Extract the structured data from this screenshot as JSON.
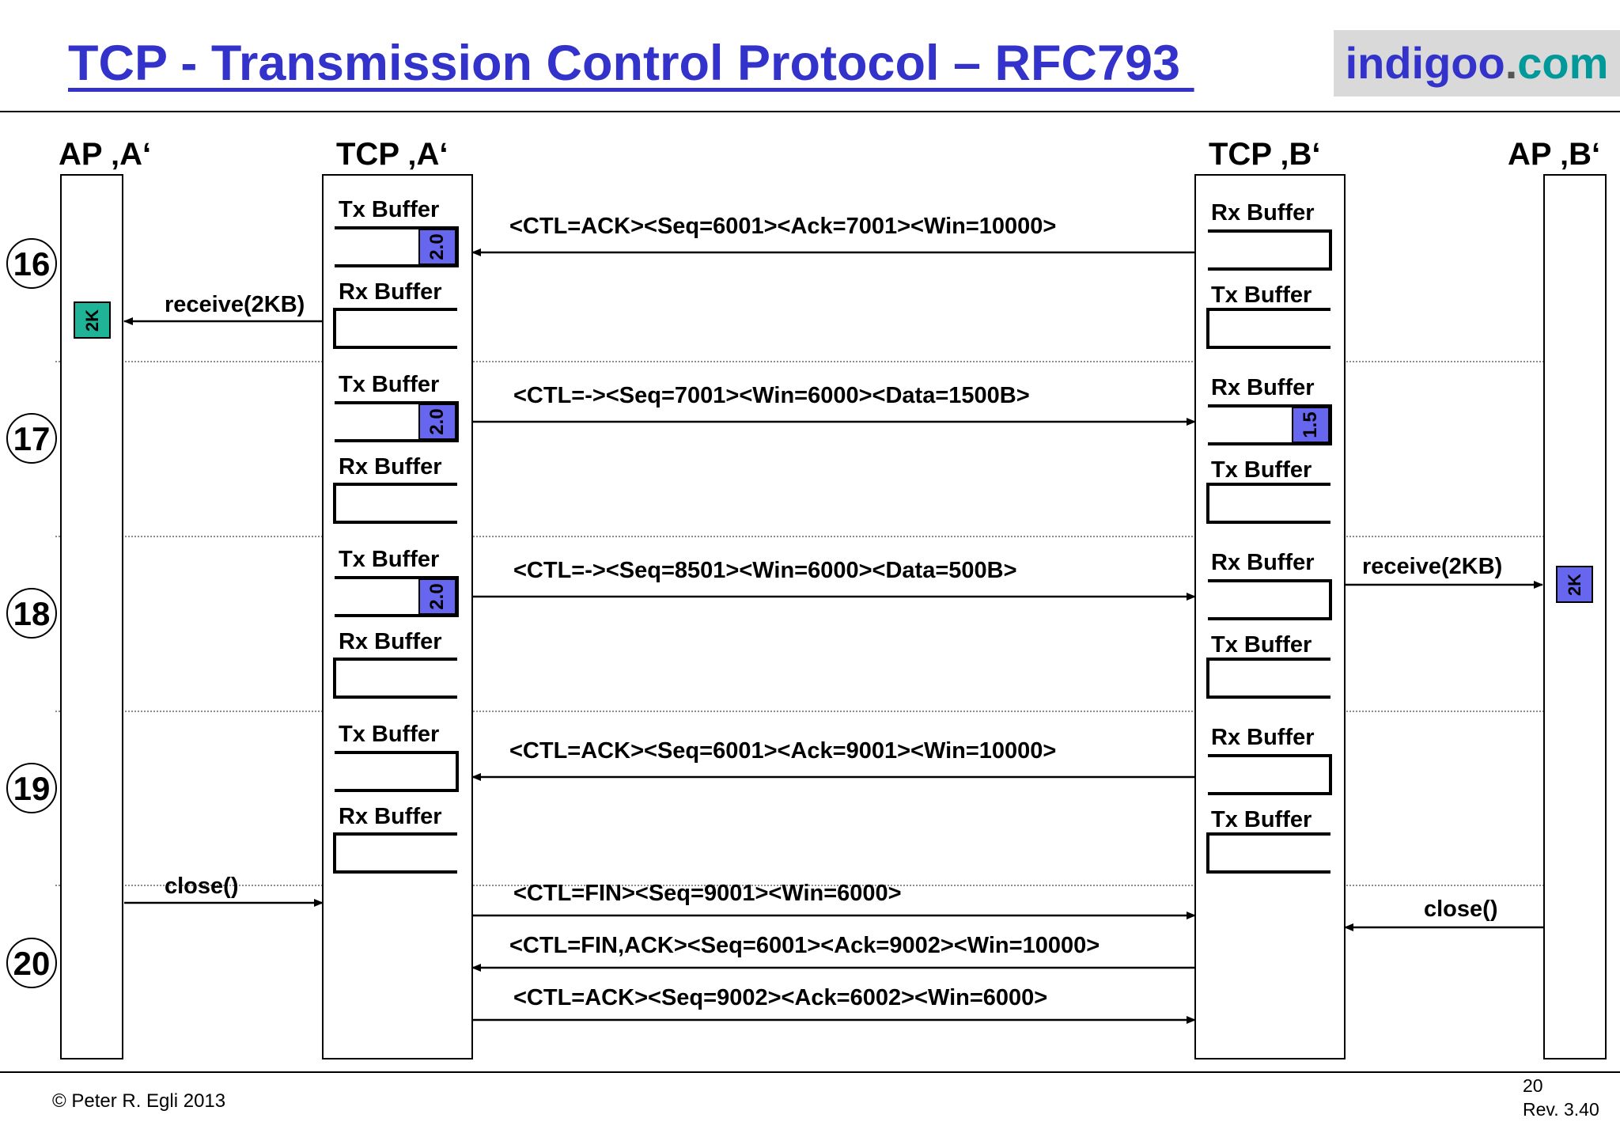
{
  "title": "TCP - Transmission Control Protocol – RFC793 ",
  "logo": {
    "part1": "indigoo",
    "dot": ".",
    "part2": "com",
    "color1": "#3333cc",
    "color_dot": "#555555",
    "color2": "#009999"
  },
  "columns": {
    "ap_a": "AP ‚A‘",
    "tcp_a": "TCP ‚A‘",
    "tcp_b": "TCP ‚B‘",
    "ap_b": "AP ‚B‘"
  },
  "buffer_labels": {
    "tx": "Tx Buffer",
    "rx": "Rx Buffer"
  },
  "colors": {
    "blue_block": "#6666ee",
    "green_block": "#1fb398",
    "line": "#000000",
    "title": "#3333cc"
  },
  "steps": [
    {
      "number": "16",
      "messages": [
        {
          "text": "<CTL=ACK><Seq=6001><Ack=7001><Win=10000>",
          "direction": "B-to-A"
        }
      ],
      "tcp_a_tx_fill": "2.0",
      "tcp_b_rx_fill": "",
      "app_a": {
        "label": "receive(2KB)",
        "direction": "to-app",
        "block": "2K",
        "block_color": "green"
      }
    },
    {
      "number": "17",
      "messages": [
        {
          "text": "<CTL=-><Seq=7001><Win=6000><Data=1500B>",
          "direction": "A-to-B"
        }
      ],
      "tcp_a_tx_fill": "2.0",
      "tcp_b_rx_fill": "1.5"
    },
    {
      "number": "18",
      "messages": [
        {
          "text": "<CTL=-><Seq=8501><Win=6000><Data=500B>",
          "direction": "A-to-B"
        }
      ],
      "tcp_a_tx_fill": "2.0",
      "tcp_b_rx_fill": "",
      "app_b": {
        "label": "receive(2KB)",
        "direction": "to-app",
        "block": "2K",
        "block_color": "blue"
      }
    },
    {
      "number": "19",
      "messages": [
        {
          "text": "<CTL=ACK><Seq=6001><Ack=9001><Win=10000>",
          "direction": "B-to-A"
        }
      ],
      "tcp_a_tx_fill": "",
      "tcp_b_rx_fill": ""
    },
    {
      "number": "20",
      "messages": [
        {
          "text": "<CTL=FIN><Seq=9001><Win=6000>",
          "direction": "A-to-B"
        },
        {
          "text": "<CTL=FIN,ACK><Seq=6001><Ack=9002><Win=10000>",
          "direction": "B-to-A"
        },
        {
          "text": "<CTL=ACK><Seq=9002><Ack=6002><Win=6000>",
          "direction": "A-to-B"
        }
      ],
      "app_a": {
        "label": "close()",
        "direction": "from-app"
      },
      "app_b": {
        "label": "close()",
        "direction": "from-app"
      }
    }
  ],
  "footer": {
    "copyright": "© Peter R. Egli 2013",
    "page": "20",
    "revision": "Rev. 3.40"
  }
}
